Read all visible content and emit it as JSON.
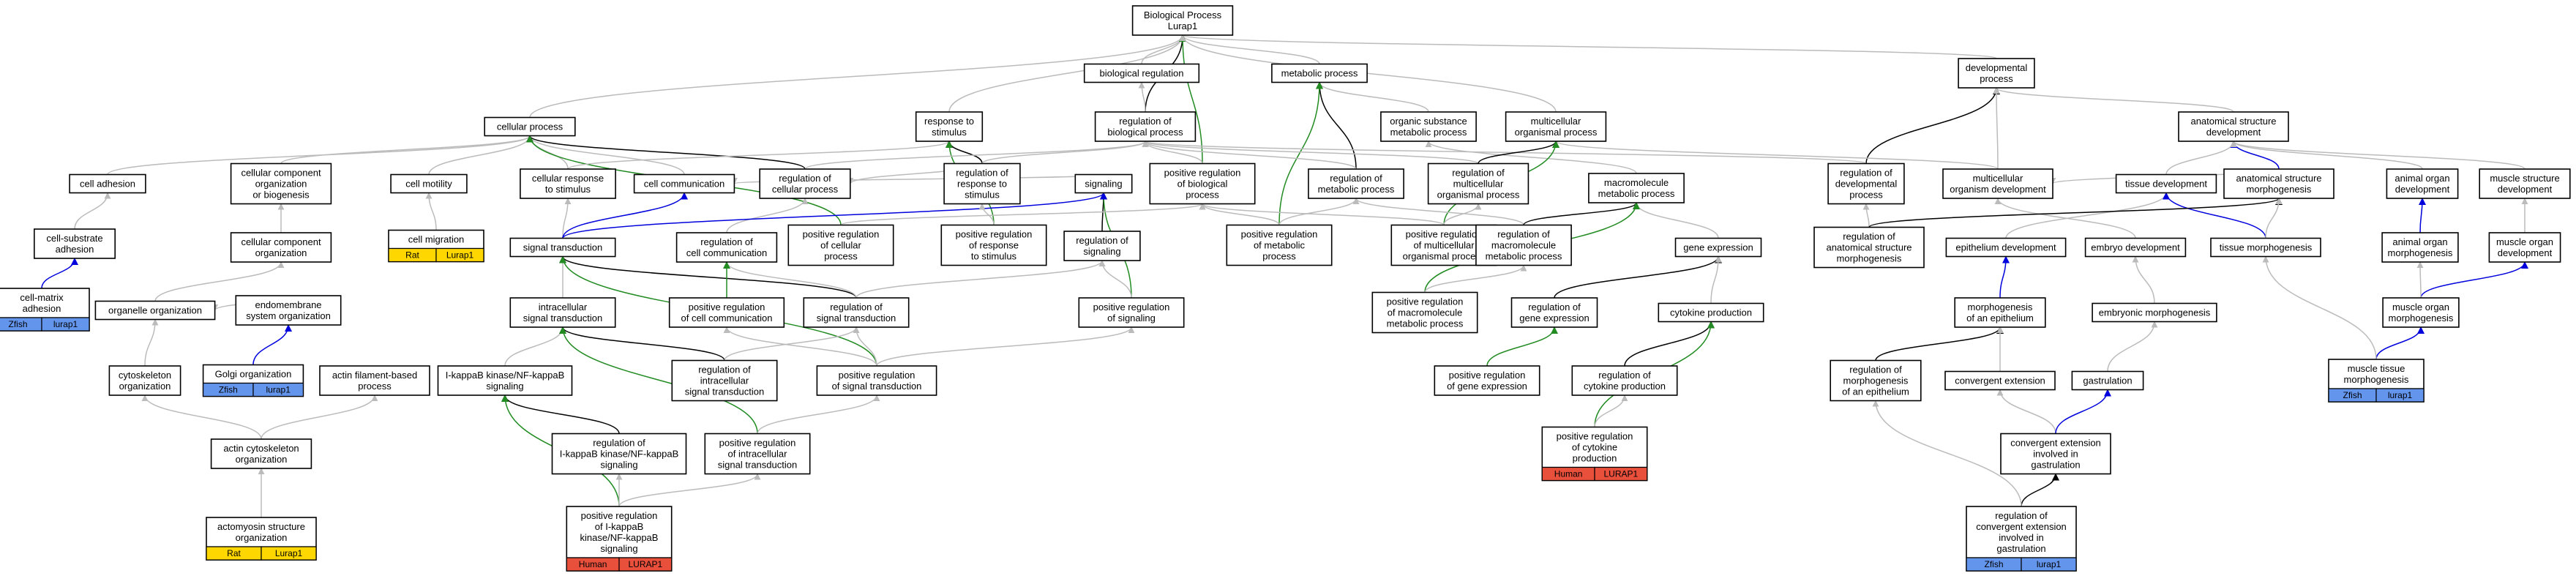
{
  "colors": {
    "gray": "#bbbbbb",
    "black": "#000000",
    "green": "#228b22",
    "blue": "#0000dd",
    "rat": "#ffd700",
    "zfish": "#6495ed",
    "human": "#e8503c"
  },
  "nodes": [
    {
      "id": "bp",
      "lines": [
        "Biological Process",
        "Lurap1"
      ]
    },
    {
      "id": "breg",
      "lines": [
        "biological regulation"
      ]
    },
    {
      "id": "metab",
      "lines": [
        "metabolic process"
      ]
    },
    {
      "id": "devproc",
      "lines": [
        "developmental",
        "process"
      ]
    },
    {
      "id": "cellproc",
      "lines": [
        "cellular process"
      ]
    },
    {
      "id": "resp",
      "lines": [
        "response to",
        "stimulus"
      ]
    },
    {
      "id": "regbp",
      "lines": [
        "regulation of",
        "biological process"
      ]
    },
    {
      "id": "orgsub",
      "lines": [
        "organic substance",
        "metabolic process"
      ]
    },
    {
      "id": "multi",
      "lines": [
        "multicellular",
        "organismal process"
      ]
    },
    {
      "id": "anatdev",
      "lines": [
        "anatomical structure",
        "development"
      ]
    },
    {
      "id": "celladh",
      "lines": [
        "cell adhesion"
      ]
    },
    {
      "id": "ccorgbio",
      "lines": [
        "cellular component",
        "organization",
        "or biogenesis"
      ]
    },
    {
      "id": "cellmot",
      "lines": [
        "cell motility"
      ]
    },
    {
      "id": "cellresp",
      "lines": [
        "cellular response",
        "to stimulus"
      ]
    },
    {
      "id": "cellcomm",
      "lines": [
        "cell communication"
      ]
    },
    {
      "id": "regcell",
      "lines": [
        "regulation of",
        "cellular process"
      ]
    },
    {
      "id": "regresp",
      "lines": [
        "regulation of",
        "response to",
        "stimulus"
      ]
    },
    {
      "id": "signaling",
      "lines": [
        "signaling"
      ]
    },
    {
      "id": "posregbp",
      "lines": [
        "positive regulation",
        "of biological",
        "process"
      ]
    },
    {
      "id": "regmetab",
      "lines": [
        "regulation of",
        "metabolic process"
      ]
    },
    {
      "id": "regmulti",
      "lines": [
        "regulation of",
        "multicellular",
        "organismal process"
      ]
    },
    {
      "id": "macro",
      "lines": [
        "macromolecule",
        "metabolic process"
      ]
    },
    {
      "id": "regdev",
      "lines": [
        "regulation of",
        "developmental",
        "process"
      ]
    },
    {
      "id": "multidev",
      "lines": [
        "multicellular",
        "organism development"
      ]
    },
    {
      "id": "tissuedev",
      "lines": [
        "tissue development"
      ]
    },
    {
      "id": "anatmorph",
      "lines": [
        "anatomical structure",
        "morphogenesis"
      ]
    },
    {
      "id": "animorgdev",
      "lines": [
        "animal organ",
        "development"
      ]
    },
    {
      "id": "musstructdev",
      "lines": [
        "muscle structure",
        "development"
      ]
    },
    {
      "id": "cellsub",
      "lines": [
        "cell-substrate",
        "adhesion"
      ]
    },
    {
      "id": "ccorg",
      "lines": [
        "cellular component",
        "organization"
      ]
    },
    {
      "id": "cellmig",
      "lines": [
        "cell migration"
      ],
      "tags": [
        {
          "label": "Rat",
          "color": "rat"
        },
        {
          "label": "Lurap1",
          "color": "rat"
        }
      ]
    },
    {
      "id": "sigtrans",
      "lines": [
        "signal transduction"
      ]
    },
    {
      "id": "regcellcomm",
      "lines": [
        "regulation of",
        "cell communication"
      ]
    },
    {
      "id": "posregcell",
      "lines": [
        "positive regulation",
        "of cellular",
        "process"
      ]
    },
    {
      "id": "posregresp",
      "lines": [
        "positive regulation",
        "of response",
        "to stimulus"
      ]
    },
    {
      "id": "regsig",
      "lines": [
        "regulation of",
        "signaling"
      ]
    },
    {
      "id": "posregmetab",
      "lines": [
        "positive regulation",
        "of metabolic",
        "process"
      ]
    },
    {
      "id": "posregmulti",
      "lines": [
        "positive regulation",
        "of multicellular",
        "organismal process"
      ]
    },
    {
      "id": "regmacro",
      "lines": [
        "regulation of",
        "macromolecule",
        "metabolic process"
      ]
    },
    {
      "id": "geneexp",
      "lines": [
        "gene expression"
      ]
    },
    {
      "id": "reganatmorph",
      "lines": [
        "regulation of",
        "anatomical structure",
        "morphogenesis"
      ]
    },
    {
      "id": "epidev",
      "lines": [
        "epithelium development"
      ]
    },
    {
      "id": "embdev",
      "lines": [
        "embryo development"
      ]
    },
    {
      "id": "tissmorph",
      "lines": [
        "tissue morphogenesis"
      ]
    },
    {
      "id": "animorgmorph",
      "lines": [
        "animal organ",
        "morphogenesis"
      ]
    },
    {
      "id": "musorgdev",
      "lines": [
        "muscle organ",
        "development"
      ]
    },
    {
      "id": "cellmatrix",
      "lines": [
        "cell-matrix",
        "adhesion"
      ],
      "tags": [
        {
          "label": "Zfish",
          "color": "zfish"
        },
        {
          "label": "lurap1",
          "color": "zfish"
        }
      ]
    },
    {
      "id": "organorg",
      "lines": [
        "organelle organization"
      ]
    },
    {
      "id": "endomem",
      "lines": [
        "endomembrane",
        "system organization"
      ]
    },
    {
      "id": "intrasig",
      "lines": [
        "intracellular",
        "signal transduction"
      ]
    },
    {
      "id": "posregcellcomm",
      "lines": [
        "positive regulation",
        "of cell communication"
      ]
    },
    {
      "id": "regsigtrans",
      "lines": [
        "regulation of",
        "signal transduction"
      ]
    },
    {
      "id": "posregsig",
      "lines": [
        "positive regulation",
        "of signaling"
      ]
    },
    {
      "id": "posregmacro",
      "lines": [
        "positive regulation",
        "of macromolecule",
        "metabolic process"
      ]
    },
    {
      "id": "reggeneexp",
      "lines": [
        "regulation of",
        "gene expression"
      ]
    },
    {
      "id": "cytprod",
      "lines": [
        "cytokine production"
      ]
    },
    {
      "id": "morphepi",
      "lines": [
        "morphogenesis",
        "of an epithelium"
      ]
    },
    {
      "id": "embmorph",
      "lines": [
        "embryonic morphogenesis"
      ]
    },
    {
      "id": "musorgmorph",
      "lines": [
        "muscle organ",
        "morphogenesis"
      ]
    },
    {
      "id": "cytoorg",
      "lines": [
        "cytoskeleton",
        "organization"
      ]
    },
    {
      "id": "golgi",
      "lines": [
        "Golgi organization"
      ],
      "tags": [
        {
          "label": "Zfish",
          "color": "zfish"
        },
        {
          "label": "lurap1",
          "color": "zfish"
        }
      ]
    },
    {
      "id": "actinfil",
      "lines": [
        "actin filament-based",
        "process"
      ]
    },
    {
      "id": "ikb",
      "lines": [
        "I-kappaB kinase/NF-kappaB",
        "signaling"
      ]
    },
    {
      "id": "regintra",
      "lines": [
        "regulation of",
        "intracellular",
        "signal transduction"
      ]
    },
    {
      "id": "posregsigtrans",
      "lines": [
        "positive regulation",
        "of signal transduction"
      ]
    },
    {
      "id": "posreggeneexp",
      "lines": [
        "positive regulation",
        "of gene expression"
      ]
    },
    {
      "id": "regcyt",
      "lines": [
        "regulation of",
        "cytokine production"
      ]
    },
    {
      "id": "regmorphepi",
      "lines": [
        "regulation of",
        "morphogenesis",
        "of an epithelium"
      ]
    },
    {
      "id": "convext",
      "lines": [
        "convergent extension"
      ]
    },
    {
      "id": "gastr",
      "lines": [
        "gastrulation"
      ]
    },
    {
      "id": "mustissmorph",
      "lines": [
        "muscle tissue",
        "morphogenesis"
      ],
      "tags": [
        {
          "label": "Zfish",
          "color": "zfish"
        },
        {
          "label": "lurap1",
          "color": "zfish"
        }
      ]
    },
    {
      "id": "actincyto",
      "lines": [
        "actin cytoskeleton",
        "organization"
      ]
    },
    {
      "id": "regikb",
      "lines": [
        "regulation of",
        "I-kappaB kinase/NF-kappaB",
        "signaling"
      ]
    },
    {
      "id": "posregintra",
      "lines": [
        "positive regulation",
        "of intracellular",
        "signal transduction"
      ]
    },
    {
      "id": "posregcyt",
      "lines": [
        "positive regulation",
        "of cytokine",
        "production"
      ],
      "tags": [
        {
          "label": "Human",
          "color": "human"
        },
        {
          "label": "LURAP1",
          "color": "human"
        }
      ]
    },
    {
      "id": "convextgast",
      "lines": [
        "convergent extension",
        "involved in",
        "gastrulation"
      ]
    },
    {
      "id": "actomyo",
      "lines": [
        "actomyosin structure",
        "organization"
      ],
      "tags": [
        {
          "label": "Rat",
          "color": "rat"
        },
        {
          "label": "Lurap1",
          "color": "rat"
        }
      ]
    },
    {
      "id": "posregikb",
      "lines": [
        "positive regulation",
        "of I-kappaB",
        "kinase/NF-kappaB",
        "signaling"
      ],
      "tags": [
        {
          "label": "Human",
          "color": "human"
        },
        {
          "label": "LURAP1",
          "color": "human"
        }
      ]
    },
    {
      "id": "regconvext",
      "lines": [
        "regulation of",
        "convergent extension",
        "involved in",
        "gastrulation"
      ],
      "tags": [
        {
          "label": "Zfish",
          "color": "zfish"
        },
        {
          "label": "lurap1",
          "color": "zfish"
        }
      ]
    }
  ],
  "edges": [
    [
      "breg",
      "bp",
      "gray"
    ],
    [
      "metab",
      "bp",
      "gray"
    ],
    [
      "devproc",
      "bp",
      "gray"
    ],
    [
      "cellproc",
      "bp",
      "gray"
    ],
    [
      "resp",
      "bp",
      "gray"
    ],
    [
      "regbp",
      "bp",
      "black"
    ],
    [
      "posregbp",
      "bp",
      "green"
    ],
    [
      "multi",
      "bp",
      "gray"
    ],
    [
      "regbp",
      "breg",
      "gray"
    ],
    [
      "orgsub",
      "metab",
      "gray"
    ],
    [
      "regmetab",
      "metab",
      "black"
    ],
    [
      "posregmetab",
      "metab",
      "green"
    ],
    [
      "anatdev",
      "devproc",
      "gray"
    ],
    [
      "regdev",
      "devproc",
      "black"
    ],
    [
      "multidev",
      "devproc",
      "gray"
    ],
    [
      "celladh",
      "cellproc",
      "gray"
    ],
    [
      "ccorgbio",
      "cellproc",
      "gray"
    ],
    [
      "cellmot",
      "cellproc",
      "gray"
    ],
    [
      "cellresp",
      "cellproc",
      "gray"
    ],
    [
      "cellcomm",
      "cellproc",
      "gray"
    ],
    [
      "regcell",
      "cellproc",
      "black"
    ],
    [
      "posregcell",
      "cellproc",
      "green"
    ],
    [
      "cellresp",
      "resp",
      "gray"
    ],
    [
      "regresp",
      "resp",
      "black"
    ],
    [
      "posregresp",
      "resp",
      "green"
    ],
    [
      "regcell",
      "regbp",
      "gray"
    ],
    [
      "regresp",
      "regbp",
      "gray"
    ],
    [
      "regmetab",
      "regbp",
      "gray"
    ],
    [
      "regmulti",
      "regbp",
      "gray"
    ],
    [
      "posregbp",
      "regbp",
      "gray"
    ],
    [
      "regdev",
      "regbp",
      "gray"
    ],
    [
      "macro",
      "orgsub",
      "gray"
    ],
    [
      "multidev",
      "multi",
      "gray"
    ],
    [
      "regmulti",
      "multi",
      "black"
    ],
    [
      "posregmulti",
      "multi",
      "green"
    ],
    [
      "anatmorph",
      "anatdev",
      "blue"
    ],
    [
      "tissuedev",
      "anatdev",
      "gray"
    ],
    [
      "animorgdev",
      "anatdev",
      "gray"
    ],
    [
      "musstructdev",
      "anatdev",
      "gray"
    ],
    [
      "cellsub",
      "celladh",
      "gray"
    ],
    [
      "ccorg",
      "ccorgbio",
      "gray"
    ],
    [
      "cellmig",
      "cellmot",
      "gray"
    ],
    [
      "sigtrans",
      "cellresp",
      "gray"
    ],
    [
      "signaling",
      "cellcomm",
      "gray"
    ],
    [
      "sigtrans",
      "cellcomm",
      "blue"
    ],
    [
      "regcellcomm",
      "regcell",
      "gray"
    ],
    [
      "regresp",
      "regcell",
      "gray"
    ],
    [
      "regsig",
      "signaling",
      "black"
    ],
    [
      "posregsig",
      "signaling",
      "green"
    ],
    [
      "sigtrans",
      "signaling",
      "blue"
    ],
    [
      "posregcell",
      "posregbp",
      "gray"
    ],
    [
      "posregmetab",
      "posregbp",
      "gray"
    ],
    [
      "posregmulti",
      "posregbp",
      "gray"
    ],
    [
      "regmacro",
      "regmetab",
      "gray"
    ],
    [
      "posregmetab",
      "regmetab",
      "gray"
    ],
    [
      "posregmulti",
      "regmulti",
      "gray"
    ],
    [
      "regmacro",
      "macro",
      "black"
    ],
    [
      "geneexp",
      "macro",
      "gray"
    ],
    [
      "posregmacro",
      "macro",
      "green"
    ],
    [
      "reganatmorph",
      "regdev",
      "gray"
    ],
    [
      "anatmorph",
      "multidev",
      "gray"
    ],
    [
      "epidev",
      "tissuedev",
      "gray"
    ],
    [
      "tissmorph",
      "tissuedev",
      "blue"
    ],
    [
      "embdev",
      "multidev",
      "gray"
    ],
    [
      "animorgmorph",
      "animorgdev",
      "blue"
    ],
    [
      "musorgdev",
      "musstructdev",
      "gray"
    ],
    [
      "cellmatrix",
      "cellsub",
      "blue"
    ],
    [
      "organorg",
      "ccorg",
      "gray"
    ],
    [
      "intrasig",
      "sigtrans",
      "gray"
    ],
    [
      "regsigtrans",
      "sigtrans",
      "black"
    ],
    [
      "posregsigtrans",
      "sigtrans",
      "green"
    ],
    [
      "regsigtrans",
      "regcellcomm",
      "gray"
    ],
    [
      "posregcellcomm",
      "regcellcomm",
      "green"
    ],
    [
      "posregresp",
      "regresp",
      "gray"
    ],
    [
      "regsigtrans",
      "regsig",
      "gray"
    ],
    [
      "posregsig",
      "regsig",
      "gray"
    ],
    [
      "posregmacro",
      "regmacro",
      "gray"
    ],
    [
      "reggeneexp",
      "geneexp",
      "black"
    ],
    [
      "cytprod",
      "geneexp",
      "gray"
    ],
    [
      "reganatmorph",
      "anatmorph",
      "black"
    ],
    [
      "morphepi",
      "epidev",
      "blue"
    ],
    [
      "embmorph",
      "embdev",
      "gray"
    ],
    [
      "tissmorph",
      "anatmorph",
      "gray"
    ],
    [
      "musorgmorph",
      "musorgdev",
      "blue"
    ],
    [
      "musorgmorph",
      "animorgmorph",
      "gray"
    ],
    [
      "endomem",
      "organorg",
      "gray"
    ],
    [
      "golgi",
      "endomem",
      "blue"
    ],
    [
      "cytoorg",
      "organorg",
      "gray"
    ],
    [
      "ikb",
      "intrasig",
      "gray"
    ],
    [
      "regintra",
      "intrasig",
      "black"
    ],
    [
      "posregintra",
      "intrasig",
      "green"
    ],
    [
      "posregsigtrans",
      "posregcellcomm",
      "gray"
    ],
    [
      "posregsigtrans",
      "regsigtrans",
      "gray"
    ],
    [
      "posregsigtrans",
      "posregsig",
      "gray"
    ],
    [
      "posreggeneexp",
      "reggeneexp",
      "green"
    ],
    [
      "regcyt",
      "cytprod",
      "black"
    ],
    [
      "posregcyt",
      "cytprod",
      "green"
    ],
    [
      "regmorphepi",
      "morphepi",
      "black"
    ],
    [
      "convext",
      "morphepi",
      "gray"
    ],
    [
      "gastr",
      "embmorph",
      "gray"
    ],
    [
      "mustissmorph",
      "musorgmorph",
      "blue"
    ],
    [
      "actincyto",
      "cytoorg",
      "gray"
    ],
    [
      "actincyto",
      "actinfil",
      "gray"
    ],
    [
      "regikb",
      "ikb",
      "black"
    ],
    [
      "posregikb",
      "ikb",
      "green"
    ],
    [
      "regintra",
      "regsigtrans",
      "gray"
    ],
    [
      "posregintra",
      "posregsigtrans",
      "gray"
    ],
    [
      "posregcyt",
      "regcyt",
      "gray"
    ],
    [
      "convextgast",
      "convext",
      "gray"
    ],
    [
      "convextgast",
      "gastr",
      "blue"
    ],
    [
      "actomyo",
      "actincyto",
      "gray"
    ],
    [
      "posregikb",
      "regikb",
      "gray"
    ],
    [
      "posregikb",
      "posregintra",
      "gray"
    ],
    [
      "regconvext",
      "convextgast",
      "black"
    ],
    [
      "regconvext",
      "regmorphepi",
      "gray"
    ],
    [
      "mustissmorph",
      "tissmorph",
      "gray"
    ]
  ]
}
